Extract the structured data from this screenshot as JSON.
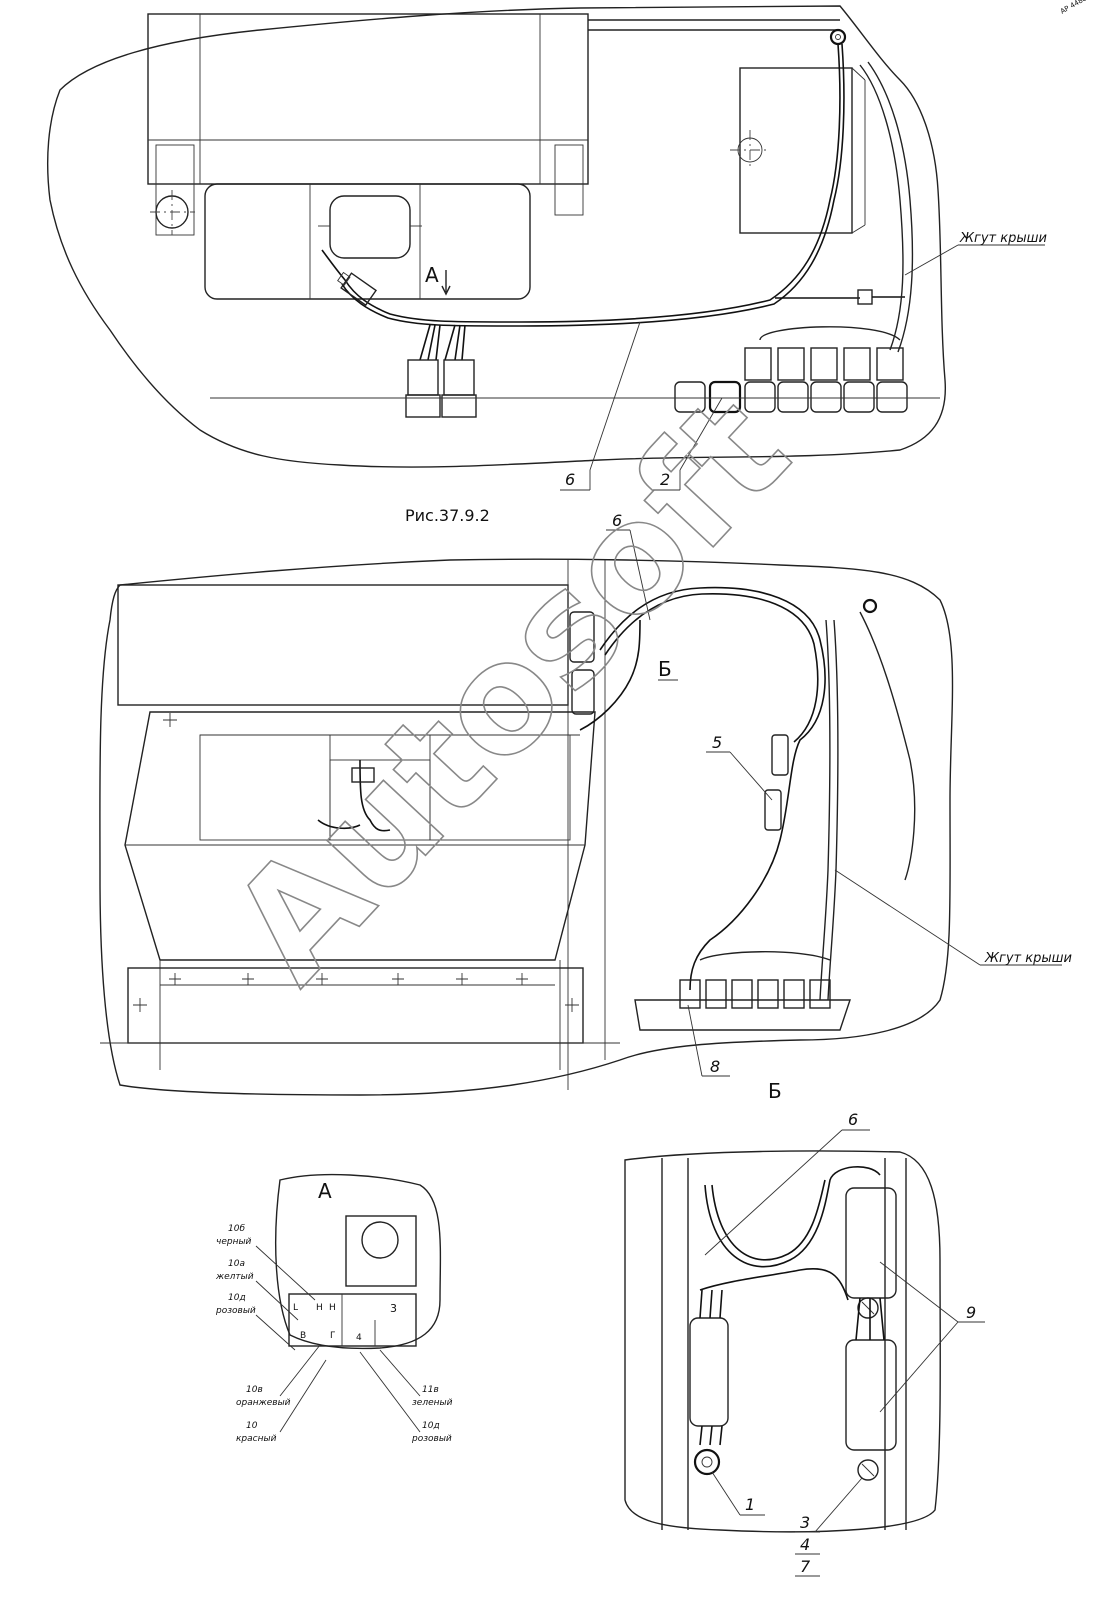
{
  "figure": {
    "caption": "Рис.37.9.2",
    "watermark": "Autosoft",
    "corner_mark": "AP 4488"
  },
  "top_view": {
    "view_marker": "А",
    "harness_label": "Жгут крыши",
    "callouts": [
      "6",
      "2"
    ]
  },
  "middle_view": {
    "view_marker": "Б",
    "harness_label": "Жгут крыши",
    "callouts": [
      "6",
      "5",
      "8"
    ]
  },
  "detail_a": {
    "title": "А",
    "terminals": [
      "L",
      "H",
      "H",
      "В",
      "Г",
      "4",
      "3"
    ],
    "wires": [
      {
        "code": "10б",
        "color": "черный"
      },
      {
        "code": "10а",
        "color": "желтый"
      },
      {
        "code": "10д",
        "color": "розовый"
      },
      {
        "code": "10в",
        "color": "оранжевый"
      },
      {
        "code": "10",
        "color": "красный"
      },
      {
        "code": "11в",
        "color": "зеленый"
      },
      {
        "code": "10д",
        "color": "розовый"
      }
    ]
  },
  "detail_b": {
    "title": "Б",
    "callouts": [
      "6",
      "9",
      "1",
      "3",
      "4",
      "7"
    ]
  }
}
